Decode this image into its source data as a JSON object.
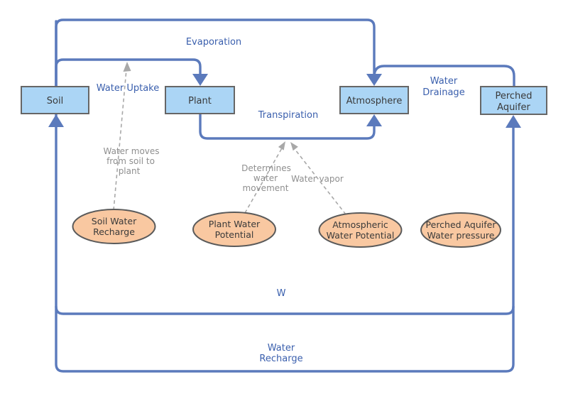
{
  "nodes": {
    "boxes": [
      {
        "id": "soil",
        "lines": [
          "Soil"
        ]
      },
      {
        "id": "plant",
        "lines": [
          "Plant"
        ]
      },
      {
        "id": "atmosphere",
        "lines": [
          "Atmosphere"
        ]
      },
      {
        "id": "perched_aquifer",
        "lines": [
          "Perched",
          "Aquifer"
        ]
      }
    ],
    "ellipses": [
      {
        "id": "soil_water_recharge",
        "lines": [
          "Soil Water",
          "Recharge"
        ]
      },
      {
        "id": "plant_water_potential",
        "lines": [
          "Plant Water",
          "Potential"
        ]
      },
      {
        "id": "atmospheric_water_potential",
        "lines": [
          "Atmospheric",
          "Water Potential"
        ]
      },
      {
        "id": "perched_aquifer_water_pressure",
        "lines": [
          "Perched Aquifer",
          "Water pressure"
        ]
      }
    ]
  },
  "edge_labels": {
    "evaporation": "Evaporation",
    "water_uptake": "Water Uptake",
    "transpiration": "Transpiration",
    "water_drainage": [
      "Water",
      "Drainage"
    ],
    "w": "W",
    "water_recharge": [
      "Water",
      "Recharge"
    ]
  },
  "annotations": {
    "soil_to_plant": [
      "Water moves",
      "from soil to",
      "plant"
    ],
    "determines_water_movement": [
      "Determines",
      "water",
      "movement"
    ],
    "water_vapor": "Water vapor"
  },
  "colors": {
    "flow_line": "#5b7abc",
    "box_fill": "#abd5f5",
    "box_border": "#666666",
    "ellipse_fill": "#f9c8a1",
    "ellipse_border": "#5a5a5a",
    "edge_label_text": "#3a5fad",
    "annotation_text": "#8f8f8f",
    "node_text": "#3a3a3a",
    "background": "#ffffff"
  }
}
